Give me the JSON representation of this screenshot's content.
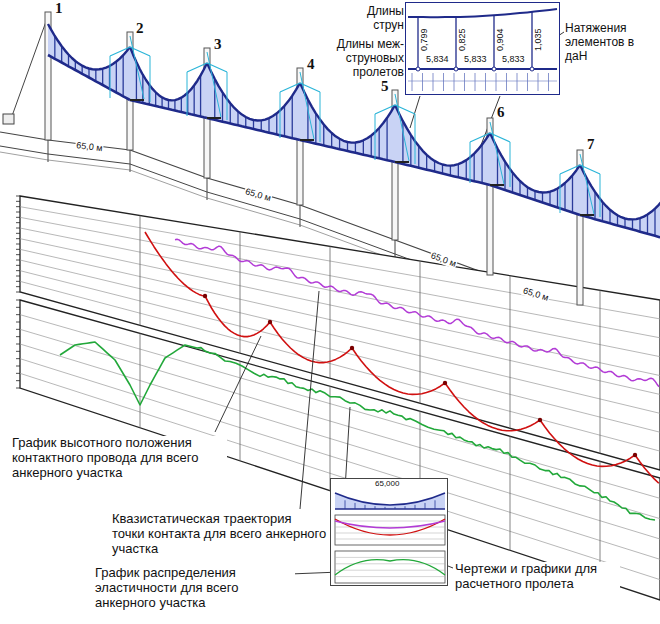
{
  "diagram": {
    "nodes": [
      {
        "text": [
          "0,799",
          "0,825",
          "0,904",
          "1,035",
          "5,834",
          "5,833",
          "5,833"
        ]
      },
      {
        "text": [
          "65,000"
        ]
      }
    ],
    "labels": [
      "1",
      "2",
      "3",
      "4",
      "5",
      "6",
      "7",
      "65,0 м",
      "65,0 м",
      "65,0 м",
      "65,0 м",
      "Длины струн",
      "Длины меж- струновых пролетов",
      "Натяжения элементов в даН",
      "График высотного положения контактного провода для всего анкерного участка",
      "Квазистатическая траектория точки контакта для всего анкерного участка",
      "График распределения эластичности для всего анкерного участка",
      "Чертежи и графики для расчетного пролета"
    ]
  }
}
